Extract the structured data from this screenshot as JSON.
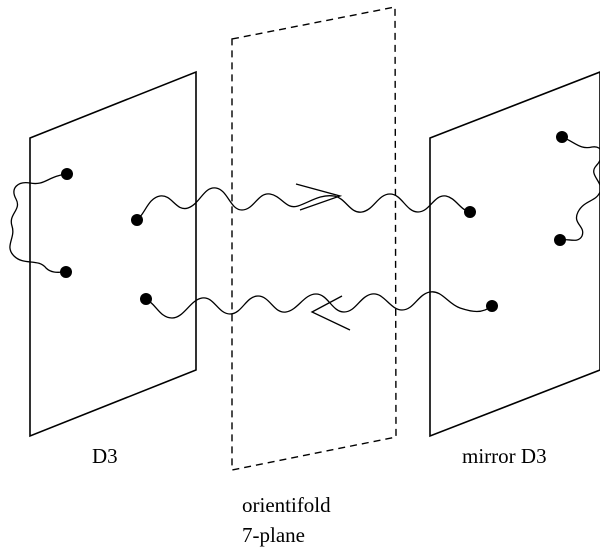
{
  "labels": {
    "left_plane": "D3",
    "right_plane": "mirror D3",
    "middle_plane_line1": "orientifold",
    "middle_plane_line2": "7-plane"
  }
}
